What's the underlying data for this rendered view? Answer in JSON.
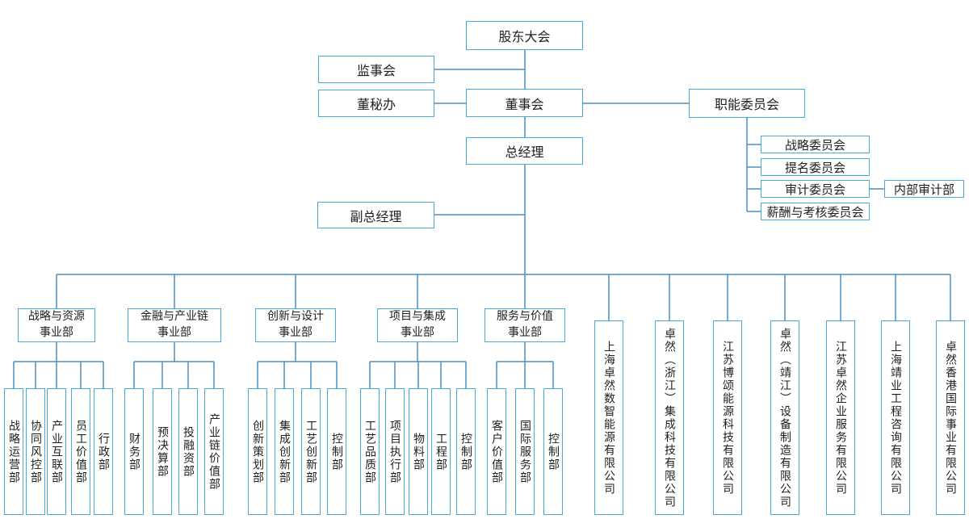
{
  "colors": {
    "box_border": "#4aa9dd",
    "connector": "#4b8ec4",
    "text": "#1f1f1f",
    "background": "#ffffff"
  },
  "nodes": {
    "shareholders_meeting": "股东大会",
    "supervisory_board": "监事会",
    "board_secretary_office": "董秘办",
    "board_of_directors": "董事会",
    "functional_committees": "职能委员会",
    "general_manager": "总经理",
    "deputy_general_manager": "副总经理",
    "internal_audit_dept": "内部审计部"
  },
  "committees": [
    "战略委员会",
    "提名委员会",
    "审计委员会",
    "薪酬与考核委员会"
  ],
  "divisions": [
    {
      "label": "战略与资源\n事业部",
      "departments": [
        "战略运营部",
        "协同风控部",
        "产业互联部",
        "员工价值部",
        "行政部"
      ]
    },
    {
      "label": "金融与产业链\n事业部",
      "departments": [
        "财务部",
        "预决算部",
        "投融资部",
        "产业链价值部"
      ]
    },
    {
      "label": "创新与设计\n事业部",
      "departments": [
        "创新策划部",
        "集成创新部",
        "工艺创新部",
        "控制部"
      ]
    },
    {
      "label": "项目与集成\n事业部",
      "departments": [
        "工艺品质部",
        "项目执行部",
        "物料部",
        "工程部",
        "控制部"
      ]
    },
    {
      "label": "服务与价值\n事业部",
      "departments": [
        "客户价值部",
        "国际服务部",
        "控制部"
      ]
    }
  ],
  "subsidiaries": [
    "上海卓然数智能源有限公司",
    "卓然（浙江）集成科技有限公司",
    "江苏博颂能源科技有限公司",
    "卓然（靖江）设备制造有限公司",
    "江苏卓然企业服务有限公司",
    "上海靖业工程咨询有限公司",
    "卓然香港国际事业有限公司"
  ]
}
